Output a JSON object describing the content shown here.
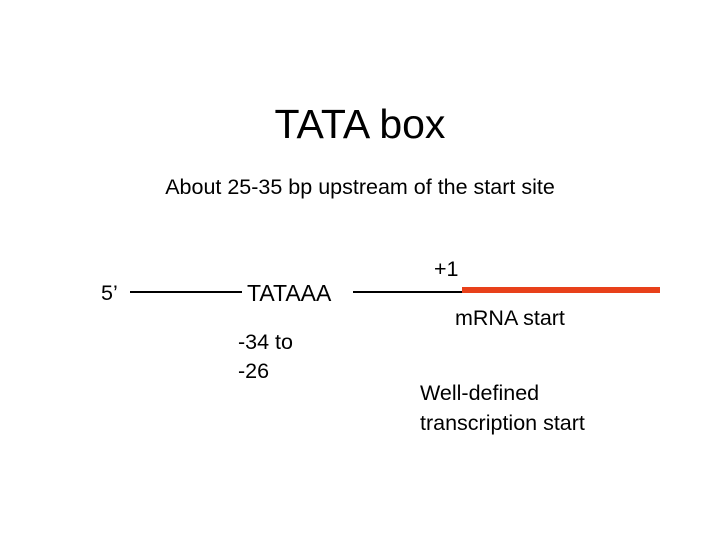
{
  "slide": {
    "title": "TATA box",
    "subtitle": "About 25-35 bp upstream of the start site"
  },
  "diagram": {
    "five_prime_label": "5’",
    "tata_sequence": "TATAAA",
    "position_range_line1": "-34 to",
    "position_range_line2": "-26",
    "transcription_start_site_label": "+1",
    "mrna_start_label": "mRNA start",
    "annotation_line1": "Well-defined",
    "annotation_line2": "transcription start",
    "colors": {
      "dna_strand": "#000000",
      "mrna_transcript": "#e8401a",
      "background": "#ffffff",
      "text": "#000000"
    }
  }
}
